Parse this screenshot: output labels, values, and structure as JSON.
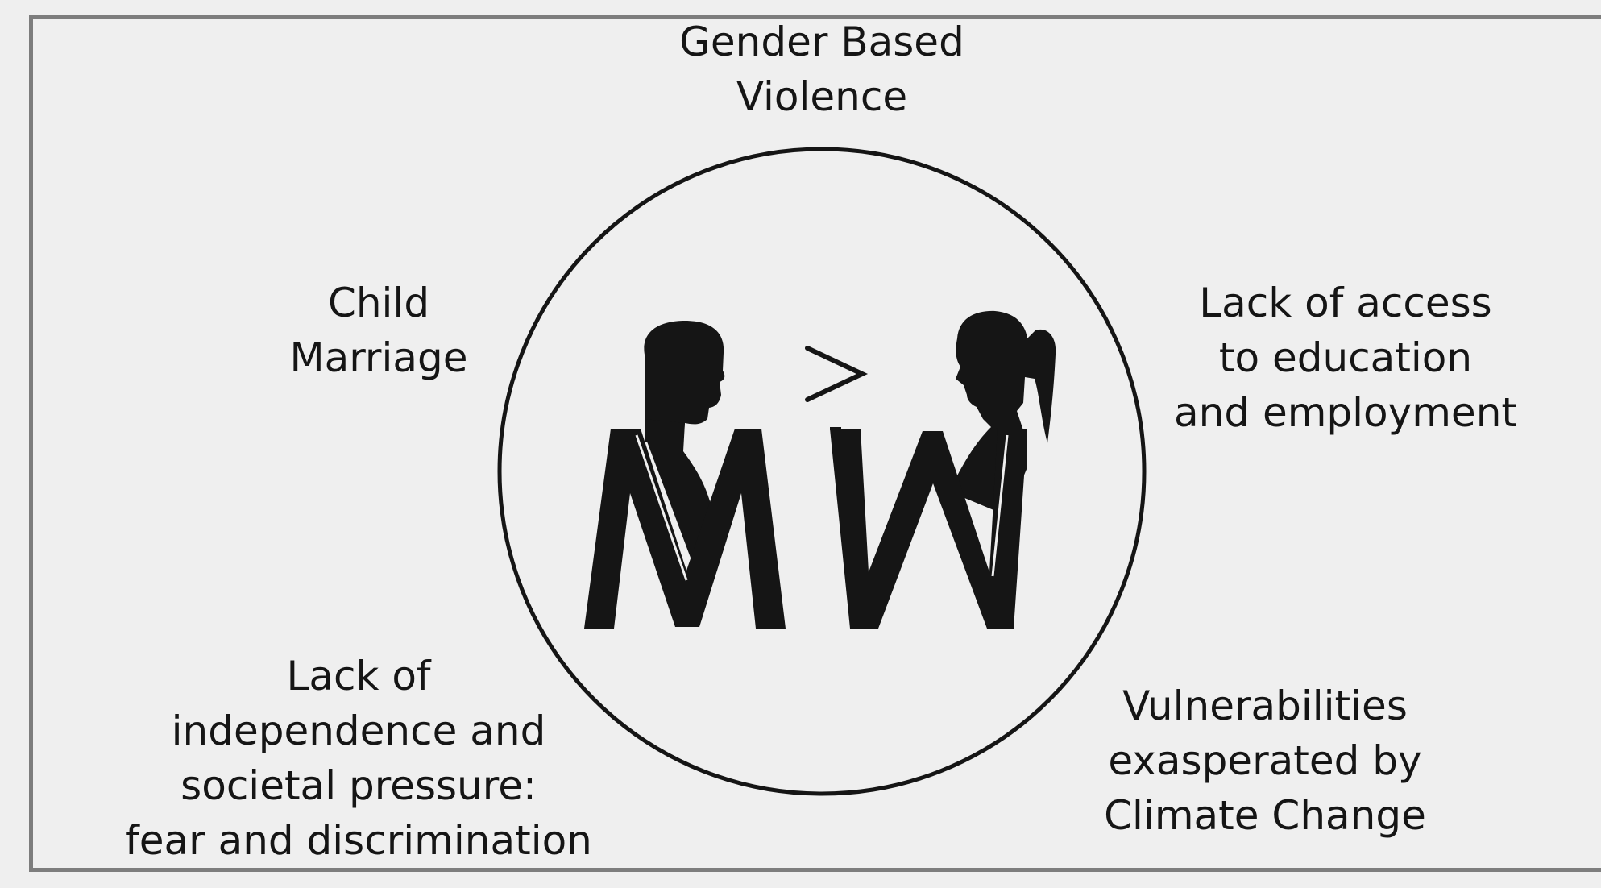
{
  "factors": {
    "top": "Gender Based\nViolence",
    "left_upper": "Child\nMarriage",
    "right_upper": "Lack of access\nto education\nand employment",
    "left_lower": "Lack of\nindependence and\nsocietal pressure:\nfear and discrimination",
    "right_lower": "Vulnerabilities\nexasperated by\nClimate Change"
  },
  "center": {
    "letters": "MW",
    "comparison_symbol": ">",
    "icons": [
      "man-silhouette-icon",
      "woman-silhouette-icon"
    ]
  },
  "colors": {
    "background": "#efefef",
    "ink": "#151515",
    "frame": "#7d7d7d"
  }
}
